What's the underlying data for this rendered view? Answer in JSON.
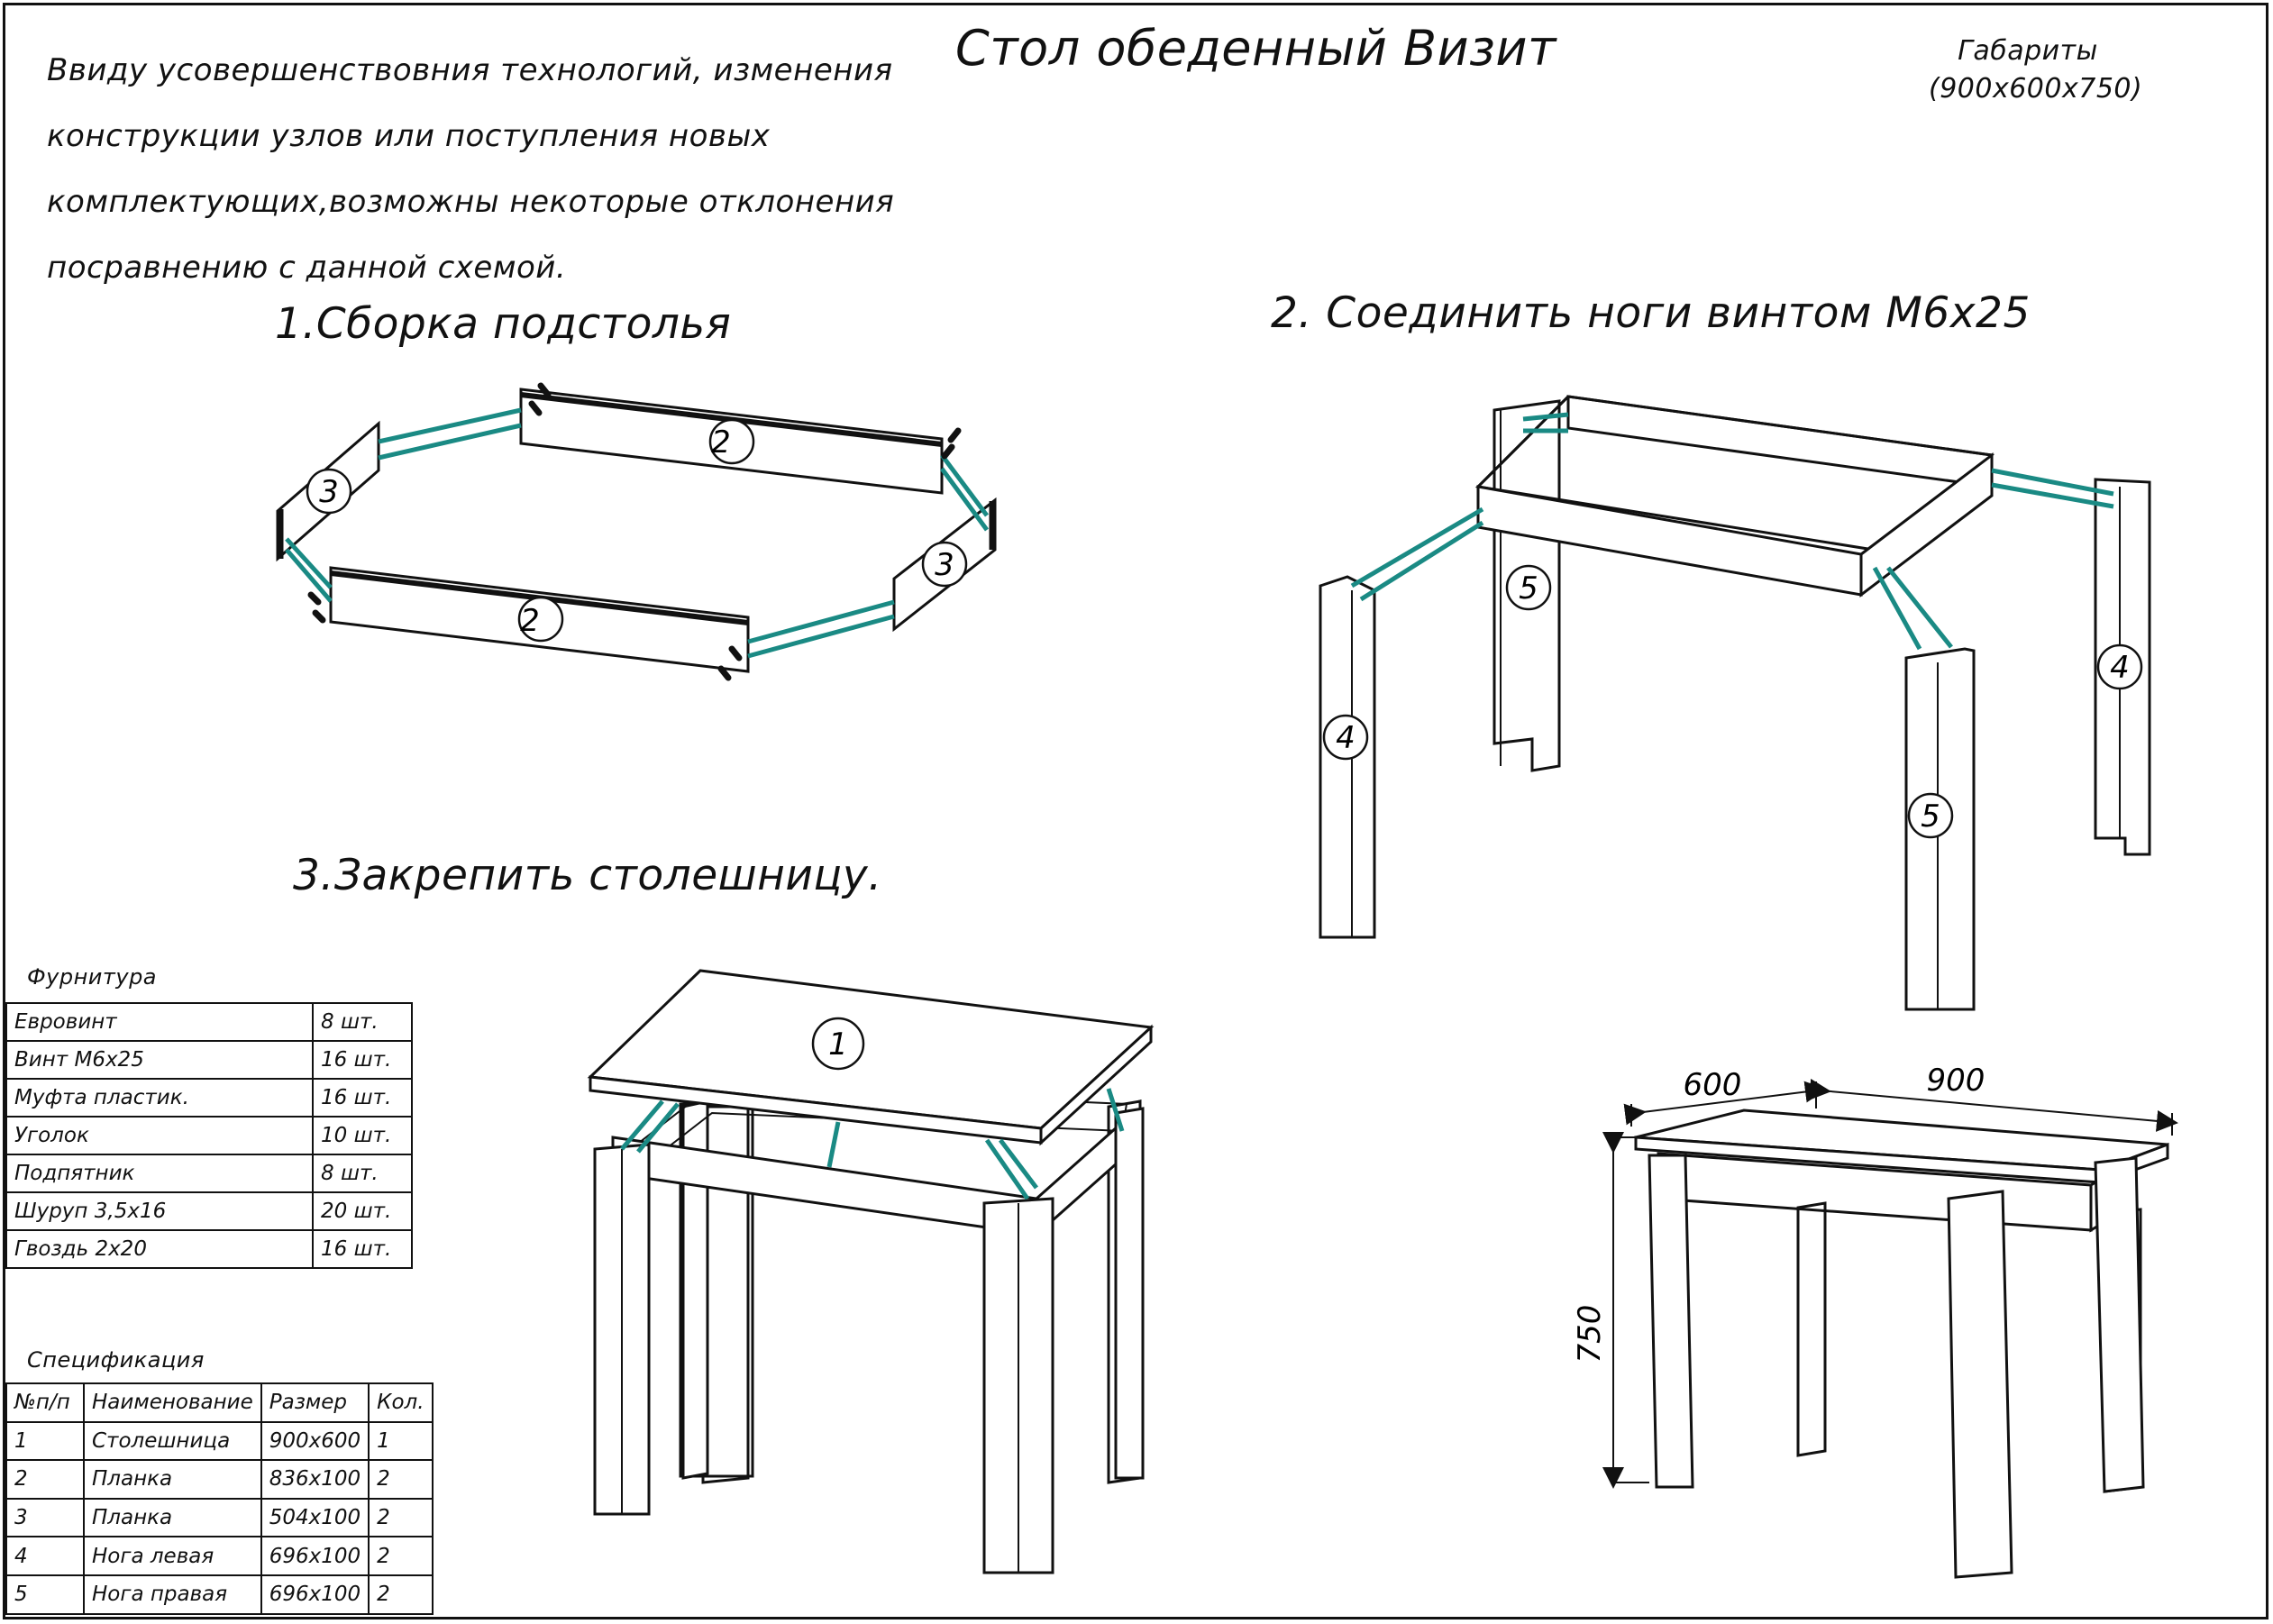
{
  "title": "Стол обеденный Визит",
  "dimensions": {
    "label": "Габариты",
    "value": "(900х600х750)"
  },
  "note": [
    "Ввиду усовершенствовния технологий, изменения",
    "конструкции узлов или поступления новых",
    "комплектующих,возможны некоторые отклонения",
    "посравнению с данной схемой."
  ],
  "steps": {
    "s1": "1.Сборка подстолья",
    "s2": "2. Соединить ноги винтом М6х25",
    "s3": "3.Закрепить столешницу."
  },
  "fittings": {
    "caption": "Фурнитура",
    "rows": [
      {
        "name": "Евровинт",
        "qty": "8 шт."
      },
      {
        "name": "Винт М6х25",
        "qty": "16 шт."
      },
      {
        "name": "Муфта пластик.",
        "qty": "16 шт."
      },
      {
        "name": "Уголок",
        "qty": "10 шт."
      },
      {
        "name": "Подпятник",
        "qty": "8 шт."
      },
      {
        "name": "Шуруп 3,5х16",
        "qty": "20 шт."
      },
      {
        "name": "Гвоздь 2х20",
        "qty": "16 шт."
      }
    ]
  },
  "specification": {
    "caption": "Спецификация",
    "headers": [
      "№п/п",
      "Наименование",
      "Размер",
      "Кол."
    ],
    "rows": [
      [
        "1",
        "Столешница",
        "900х600",
        "1"
      ],
      [
        "2",
        "Планка",
        "836х100",
        "2"
      ],
      [
        "3",
        "Планка",
        "504х100",
        "2"
      ],
      [
        "4",
        "Нога левая",
        "696х100",
        "2"
      ],
      [
        "5",
        "Нога правая",
        "696х100",
        "2"
      ]
    ]
  },
  "part_labels": {
    "p1": "1",
    "p2": "2",
    "p3": "3",
    "p4": "4",
    "p5": "5"
  },
  "dimension_labels": {
    "width": "600",
    "length": "900",
    "height": "750"
  },
  "colors": {
    "connector": "#1a8a84",
    "line": "#111111"
  }
}
